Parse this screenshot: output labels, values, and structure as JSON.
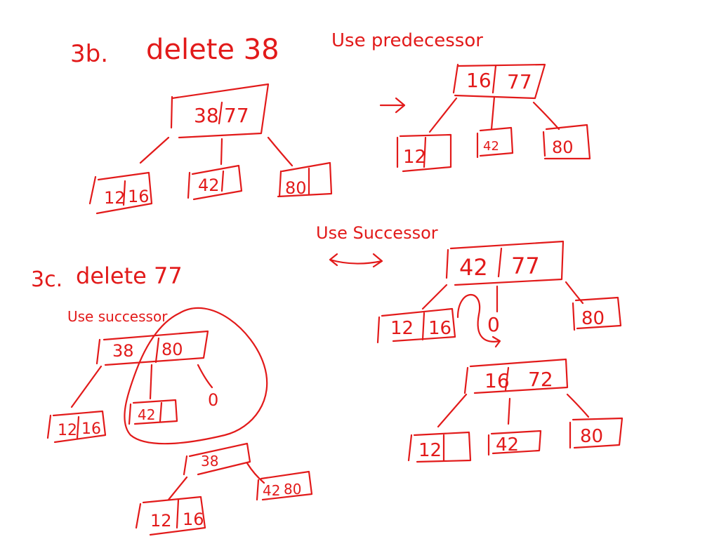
{
  "ink_color": "#e21a1a",
  "section_3b": {
    "label": "3b.",
    "title": "delete 38",
    "method": "Use predecessor",
    "before": {
      "root": [
        "38",
        "77"
      ],
      "leaves": [
        [
          "12",
          "16"
        ],
        [
          "42"
        ],
        [
          "80"
        ]
      ]
    },
    "after": {
      "root": [
        "16",
        "77"
      ],
      "leaves": [
        [
          "12"
        ],
        [
          "42"
        ],
        [
          "80"
        ]
      ]
    }
  },
  "section_3c": {
    "label": "3c.",
    "title": "delete 77",
    "option_a": {
      "method": "Use successor",
      "root": [
        "38",
        "80"
      ],
      "leaves": [
        [
          "12",
          "16"
        ],
        [
          "42"
        ]
      ],
      "empty_child": "0",
      "merged_root": [
        "38"
      ],
      "merged_leaves": [
        [
          "12",
          "16"
        ],
        [
          "42",
          "80"
        ]
      ]
    },
    "option_b": {
      "method": "Use Successor",
      "root": [
        "42",
        "77"
      ],
      "leaves": [
        [
          "12",
          "16"
        ],
        [
          "80"
        ]
      ],
      "empty_child": "0",
      "result_root": [
        "16",
        "72"
      ],
      "result_leaves": [
        [
          "12"
        ],
        [
          "42"
        ],
        [
          "80"
        ]
      ]
    }
  }
}
